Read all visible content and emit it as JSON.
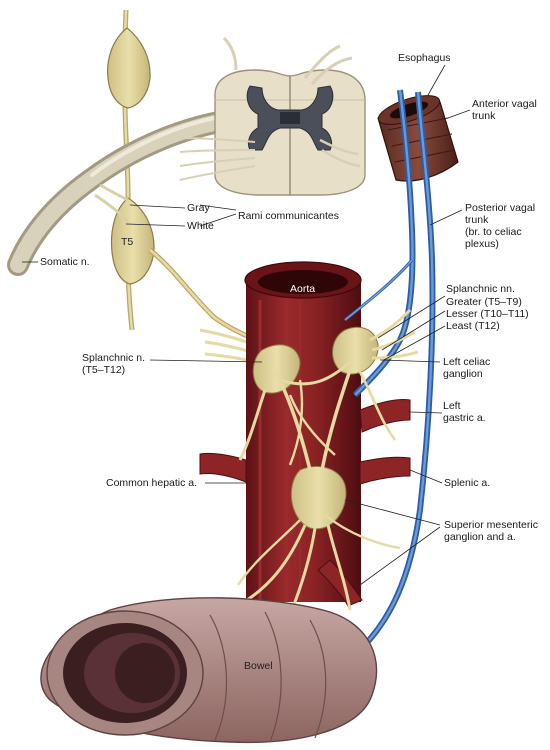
{
  "labels": {
    "esophagus": "Esophagus",
    "anterior_vagal_trunk_1": "Anterior vagal",
    "anterior_vagal_trunk_2": "trunk",
    "posterior_vagal_trunk_1": "Posterior vagal",
    "posterior_vagal_trunk_2": "trunk",
    "posterior_vagal_trunk_3": "(br. to celiac",
    "posterior_vagal_trunk_4": "plexus)",
    "gray": "Gray",
    "white": "White",
    "rami_communicantes": "Rami communicantes",
    "t5": "T5",
    "somatic_n": "Somatic n.",
    "aorta": "Aorta",
    "splanchnic_nn": "Splanchnic nn.",
    "greater": "Greater (T5–T9)",
    "lesser": "Lesser (T10–T11)",
    "least": "Least (T12)",
    "splanchnic_n_1": "Splanchnic n.",
    "splanchnic_n_2": "(T5–T12)",
    "left_celiac_ganglion_1": "Left celiac",
    "left_celiac_ganglion_2": "ganglion",
    "left_gastric_a_1": "Left",
    "left_gastric_a_2": "gastric a.",
    "common_hepatic_a": "Common hepatic a.",
    "splenic_a": "Splenic a.",
    "superior_mesenteric_1": "Superior mesenteric",
    "superior_mesenteric_2": "ganglion and a.",
    "bowel": "Bowel"
  }
}
